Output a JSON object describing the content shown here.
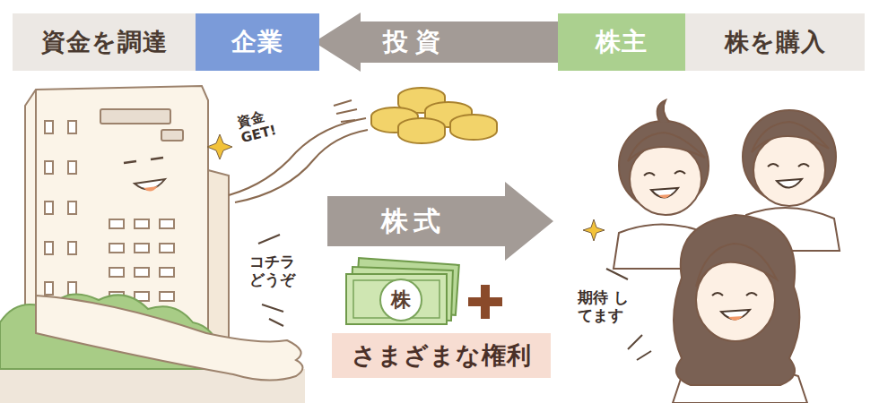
{
  "diagram": {
    "nodes": [
      {
        "text": [
          "資金を調達"
        ]
      },
      {
        "text": [
          "企業"
        ]
      },
      {
        "text": [
          "株主"
        ]
      },
      {
        "text": [
          "株を購入"
        ]
      },
      {
        "text": [
          "株式"
        ]
      },
      {
        "text": [
          "株"
        ]
      },
      {
        "text": [
          "さまざまな権利"
        ]
      }
    ],
    "edges": [
      {
        "from": 2,
        "to": 1,
        "label": "投資",
        "arrow": "to"
      }
    ],
    "labels": [
      "資金GET!",
      "コチラ どうぞ",
      "期待 してます"
    ]
  }
}
